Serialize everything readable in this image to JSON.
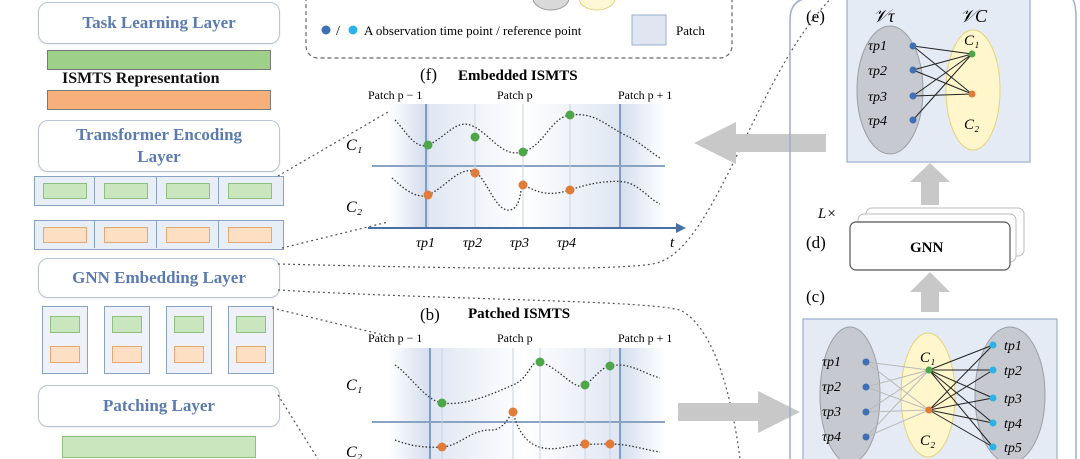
{
  "layers": {
    "task_learning": "Task Learning Layer",
    "ismts_representation": "ISMTS Representation",
    "transformer_encoding_line1": "Transformer Encoding",
    "transformer_encoding_line2": "Layer",
    "gnn_embedding": "GNN Embedding Layer",
    "patching": "Patching Layer"
  },
  "legend": {
    "observation": "A observation time point / reference point",
    "slash": "/",
    "patch": "Patch"
  },
  "panel_f": {
    "label": "(f)",
    "title": "Embedded ISMTS",
    "patch_prev": "Patch p − 1",
    "patch_cur": "Patch p",
    "patch_next": "Patch p + 1",
    "c1": "C₁",
    "c2": "C₂",
    "ticks": [
      "τp1",
      "τp2",
      "τp3",
      "τp4"
    ],
    "axis": "t"
  },
  "panel_b": {
    "label": "(b)",
    "title": "Patched ISMTS",
    "patch_prev": "Patch p − 1",
    "patch_cur": "Patch p",
    "patch_next": "Patch p + 1",
    "c1": "C₁",
    "c2": "C₂"
  },
  "panel_e": {
    "label": "(e)",
    "v_tau": "𝒱τ",
    "v_c": "𝒱C",
    "tau_nodes": [
      "τp1",
      "τp2",
      "τp3",
      "τp4"
    ],
    "c_nodes": [
      "C₁",
      "C₂"
    ]
  },
  "panel_d": {
    "label": "(d)",
    "repeat": "L×",
    "gnn": "GNN"
  },
  "panel_c": {
    "label": "(c)",
    "tau_nodes": [
      "τp1",
      "τp2",
      "τp3",
      "τp4"
    ],
    "c_nodes": [
      "C₁",
      "C₂"
    ],
    "t_nodes": [
      "tp1",
      "tp2",
      "tp3",
      "tp4",
      "tp5"
    ]
  },
  "colors": {
    "green_bar": "#9fd08a",
    "orange_bar": "#f7b07c",
    "green_dot": "#4fa64a",
    "orange_dot": "#e07b39",
    "blue_dot": "#3f6fb5",
    "cyan_dot": "#2ab3e8",
    "patch_fill": "#dfe6f2"
  }
}
